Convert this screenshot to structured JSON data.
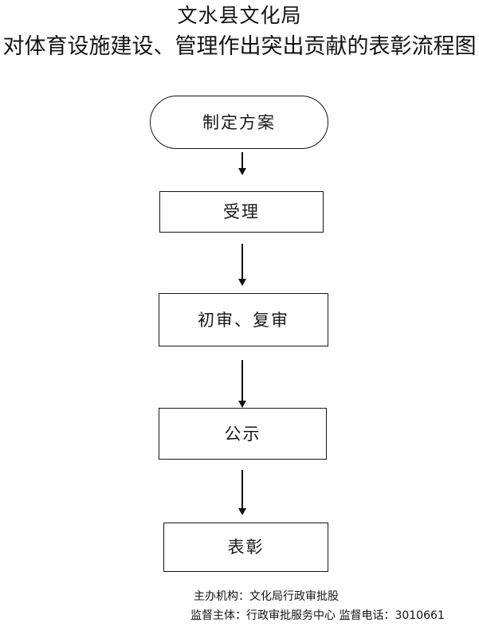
{
  "document": {
    "title_line1": "文水县文化局",
    "title_line2": "对体育设施建设、管理作出突出贡献的表彰流程图"
  },
  "flowchart": {
    "orientation": "vertical",
    "accent_color": "#101010",
    "background_color": "#ffffff",
    "border_color": "#161616",
    "text_color": "#1a1a1a",
    "nodes": [
      {
        "id": "node-0",
        "label": "制定方案",
        "shape": "terminator"
      },
      {
        "id": "node-1",
        "label": "受理",
        "shape": "rectangle"
      },
      {
        "id": "node-2",
        "label": "初审、复审",
        "shape": "rectangle"
      },
      {
        "id": "node-3",
        "label": "公示",
        "shape": "rectangle"
      },
      {
        "id": "node-4",
        "label": "表彰",
        "shape": "rectangle"
      }
    ],
    "connectors": [
      {
        "id": "arrow-0",
        "from": "node-0",
        "to": "node-1",
        "icon": "arrow-down-icon"
      },
      {
        "id": "arrow-1",
        "from": "node-1",
        "to": "node-2",
        "icon": "arrow-down-icon"
      },
      {
        "id": "arrow-2",
        "from": "node-2",
        "to": "node-3",
        "icon": "arrow-down-icon"
      },
      {
        "id": "arrow-3",
        "from": "node-3",
        "to": "node-4",
        "icon": "arrow-down-icon"
      }
    ]
  },
  "footer": {
    "line1": "主办机构：文化局行政审批股",
    "line2": "监督主体：行政审批服务中心  监督电话：3010661",
    "organizer_label": "主办机构：",
    "organizer_value": "文化局行政审批股",
    "supervisor_label": "监督主体：",
    "supervisor_value": "行政审批服务中心",
    "phone_label": "监督电话：",
    "phone_value": "3010661"
  }
}
